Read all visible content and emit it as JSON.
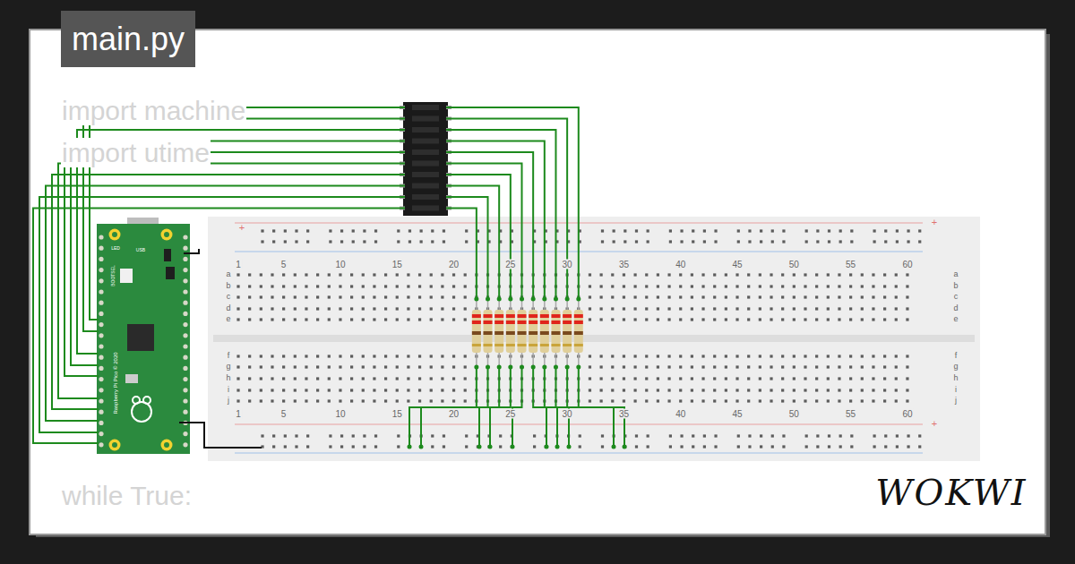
{
  "diagram": {
    "nodes": [
      {
        "text": [
          "main.py"
        ]
      }
    ],
    "labels": [
      "import machine",
      "import utime",
      "while True:",
      "1",
      "5",
      "10",
      "15",
      "20",
      "25",
      "30",
      "35",
      "40",
      "45",
      "50",
      "55",
      "60",
      "1",
      "5",
      "10",
      "15",
      "20",
      "25",
      "30",
      "35",
      "40",
      "45",
      "50",
      "55",
      "60",
      "a",
      "b",
      "c",
      "d",
      "e",
      "f",
      "g",
      "h",
      "i",
      "j",
      "a",
      "b",
      "c",
      "d",
      "e",
      "f",
      "g",
      "h",
      "i",
      "j",
      "+",
      "+",
      "+",
      "LED",
      "USB",
      "BOOTSEL",
      "Raspberry Pi Pico © 2020",
      "WOKWI"
    ]
  }
}
